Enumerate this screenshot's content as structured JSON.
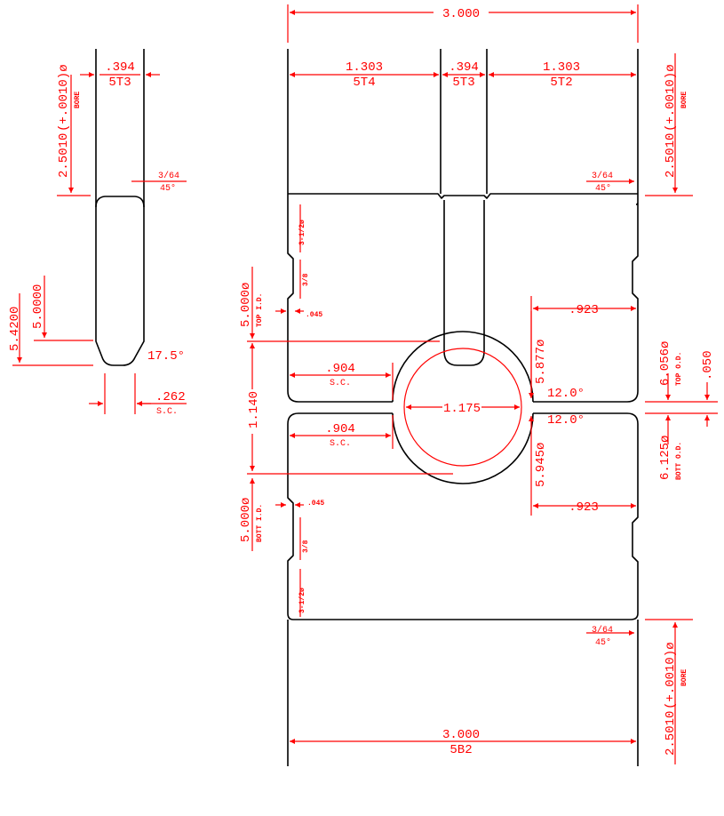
{
  "overall_width": "3.000",
  "top_segments": [
    "1.303",
    ".394",
    "1.303"
  ],
  "top_segment_codes": [
    "5T4",
    "5T3",
    "5T2"
  ],
  "bottom_width": "3.000",
  "bottom_code": "5B2",
  "bore": {
    "dia": "2.5010",
    "tol": "(+.0010)ø",
    "note": "BORE"
  },
  "chamfer": {
    "size": "3/64",
    "angle": "45°"
  },
  "left_detail": {
    "width": ".394",
    "code": "5T3",
    "dia1": "5.4200",
    "dia2": "5.0000",
    "angle": "17.5°",
    "sc": ".262",
    "sc_note": "S.C."
  },
  "top_id": {
    "dia": "5.000ø",
    "note": "TOP I.D."
  },
  "bott_id": {
    "dia": "5.000ø",
    "note": "BOTT I.D."
  },
  "groove": {
    "len": "3-1/2ø",
    "width": "3/8",
    "depth": ".045"
  },
  "gap_sc": {
    "value": ".904",
    "note": "S.C."
  },
  "ctr_height": "1.140",
  "circle_dia": "1.175",
  "top_reach": ".923",
  "bottom_reach": ".923",
  "top_circle_dia": "5.877ø",
  "bottom_circle_dia": "5.945ø",
  "slot_angle": "12.0°",
  "top_od": {
    "dia": "6.056ø",
    "note": "TOP O.D."
  },
  "bott_od": {
    "dia": "6.125ø",
    "note": "BOTT O.D."
  },
  "gap": ".050"
}
